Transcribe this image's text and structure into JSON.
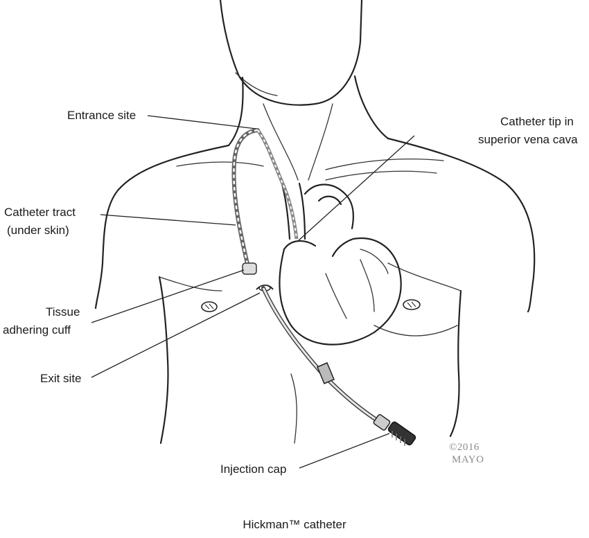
{
  "labels": {
    "entrance_site": "Entrance site",
    "catheter_tip_line1": "Catheter tip in",
    "catheter_tip_line2": "superior vena cava",
    "catheter_tract_line1": "Catheter tract",
    "catheter_tract_line2": "(under skin)",
    "tissue_cuff_line1": "Tissue",
    "tissue_cuff_line2": "adhering cuff",
    "exit_site": "Exit site",
    "injection_cap": "Injection cap"
  },
  "caption": "Hickman™ catheter",
  "copyright": {
    "line1": "©2016",
    "line2": "MAYO"
  }
}
